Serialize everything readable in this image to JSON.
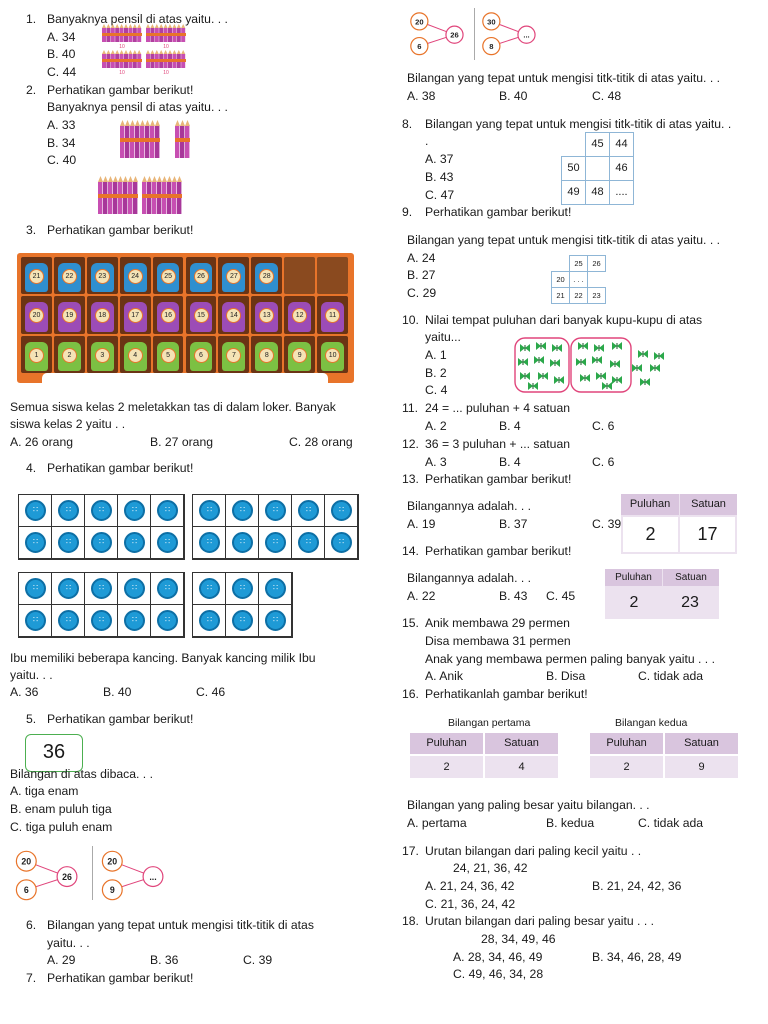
{
  "q1": {
    "num": "1.",
    "text": "Banyaknya pensil di atas yaitu. . .",
    "a": "A. 34",
    "b": "B. 40",
    "c": "C. 44",
    "bundle_label": "10"
  },
  "q2": {
    "num": "2.",
    "title": "Perhatikan gambar berikut!",
    "text": "Banyaknya pensil di atas yaitu. . .",
    "a": "A. 33",
    "b": "B. 34",
    "c": "C. 40"
  },
  "q3": {
    "num": "3.",
    "title": "Perhatikan gambar berikut!",
    "lockers_top": [
      "21",
      "22",
      "23",
      "24",
      "25",
      "26",
      "27",
      "28"
    ],
    "lockers_mid": [
      "20",
      "19",
      "18",
      "17",
      "16",
      "15",
      "14",
      "13",
      "12",
      "11"
    ],
    "lockers_bot": [
      "1",
      "2",
      "3",
      "4",
      "5",
      "6",
      "7",
      "8",
      "9",
      "10"
    ],
    "text1": "Semua siswa kelas 2 meletakkan tas di dalam loker. Banyak",
    "text2": "siswa kelas 2 yaitu . .",
    "a": "A. 26 orang",
    "b": "B. 27 orang",
    "c": "C. 28 orang"
  },
  "q4": {
    "num": "4.",
    "title": "Perhatikan gambar berikut!",
    "text1": "Ibu memiliki beberapa kancing. Banyak kancing milik Ibu",
    "text2": "yaitu. . .",
    "a": "A. 36",
    "b": "B. 40",
    "c": "C. 46"
  },
  "q5": {
    "num": "5.",
    "title": "Perhatikan gambar berikut!",
    "number": "36",
    "text": "Bilangan di atas dibaca. . .",
    "a": "A. tiga enam",
    "b": "B. enam puluh tiga",
    "c": "C. tiga puluh enam"
  },
  "q6": {
    "num": "6.",
    "d1": {
      "top": "20",
      "bottom": "6",
      "mid": "26"
    },
    "d2": {
      "top": "20",
      "bottom": "9",
      "mid": "..."
    },
    "text1": "Bilangan yang tepat untuk mengisi titk-titik di atas",
    "text2": "yaitu. . .",
    "a": "A. 29",
    "b": "B. 36",
    "c": "C. 39"
  },
  "q7": {
    "num": "7.",
    "title": "Perhatikan gambar berikut!",
    "d1": {
      "top": "20",
      "bottom": "6",
      "mid": "26"
    },
    "d2": {
      "top": "30",
      "bottom": "8",
      "mid": "..."
    },
    "text": "Bilangan yang tepat untuk mengisi titk-titik di atas yaitu. . .",
    "a": "A. 38",
    "b": "B. 40",
    "c": "C. 48"
  },
  "q8": {
    "num": "8.",
    "text": "Bilangan yang tepat untuk mengisi titk-titik di atas yaitu. .",
    "dot": ".",
    "grid": {
      "r1c2": "45",
      "r1c3": "44",
      "r2c1": "50",
      "r2c3": "46",
      "r3c1": "49",
      "r3c2": "48",
      "r3c3": "...."
    },
    "a": "A. 37",
    "b": "B. 43",
    "c": "C. 47"
  },
  "q9": {
    "num": "9.",
    "title": "Perhatikan gambar berikut!",
    "text": "Bilangan yang tepat untuk mengisi titk-titik di atas yaitu. . .",
    "grid": {
      "r1c3": "25",
      "r1c4": "26",
      "r2c2": "20",
      "r2c3": ". . .",
      "r3c2": "21",
      "r3c3": "22",
      "r3c4": "23"
    },
    "a": "A. 24",
    "b": "B. 27",
    "c": "C. 29"
  },
  "q10": {
    "num": "10.",
    "text1": "Nilai tempat puluhan dari banyak kupu-kupu di atas",
    "text2": "yaitu...",
    "a": "A. 1",
    "b": "B. 2",
    "c": "C. 4"
  },
  "q11": {
    "num": "11.",
    "text": "24 = ... puluhan + 4 satuan",
    "a": "A. 2",
    "b": "B. 4",
    "c": "C. 6"
  },
  "q12": {
    "num": "12.",
    "text": "36 = 3 puluhan + ... satuan",
    "a": "A. 3",
    "b": "B. 4",
    "c": "C. 6"
  },
  "q13": {
    "num": "13.",
    "title": "Perhatikan gambar berikut!",
    "text": "Bilangannya adalah. . .",
    "a": "A. 19",
    "b": "B. 37",
    "c": "C. 39",
    "table": {
      "h1": "Puluhan",
      "h2": "Satuan",
      "v1": "2",
      "v2": "17"
    }
  },
  "q14": {
    "num": "14.",
    "title": "Perhatikan gambar berikut!",
    "text": "Bilangannya adalah. . .",
    "a": "A. 22",
    "b": "B. 43",
    "c": "C. 45",
    "table": {
      "h1": "Puluhan",
      "h2": "Satuan",
      "v1": "2",
      "v2": "23"
    }
  },
  "q15": {
    "num": "15.",
    "l1": "Anik membawa 29 permen",
    "l2": "Disa membawa 31 permen",
    "l3": "Anak yang membawa permen paling banyak yaitu . . .",
    "a": "A. Anik",
    "b": "B. Disa",
    "c": "C. tidak ada"
  },
  "q16": {
    "num": "16.",
    "title": "Perhatikanlah gambar berikut!",
    "cap1": "Bilangan pertama",
    "cap2": "Bilangan kedua",
    "t1": {
      "h1": "Puluhan",
      "h2": "Satuan",
      "v1": "2",
      "v2": "4"
    },
    "t2": {
      "h1": "Puluhan",
      "h2": "Satuan",
      "v1": "2",
      "v2": "9"
    },
    "text": "Bilangan yang paling besar yaitu bilangan. . .",
    "a": "A. pertama",
    "b": "B. kedua",
    "c": "C. tidak ada"
  },
  "q17": {
    "num": "17.",
    "text": "Urutan bilangan dari paling kecil yaitu . .",
    "seq": "24, 21, 36, 42",
    "a": "A. 21, 24, 36, 42",
    "b": "B. 21, 24, 42, 36",
    "c": "C. 21, 36, 24, 42"
  },
  "q18": {
    "num": "18.",
    "text": "Urutan bilangan dari paling besar yaitu . . .",
    "seq": "28, 34, 49, 46",
    "a": "A. 28, 34, 46, 49",
    "b": "B. 34, 46, 28, 49",
    "c": "C. 49, 46, 34, 28"
  },
  "colors": {
    "locker_frame": "#e8742a",
    "button_blue": "#1e9ad6",
    "butterfly": "#2ba84a",
    "tbl_head": "#d9c5de",
    "tbl_body": "#ece2ef",
    "pink": "#e0457b"
  }
}
